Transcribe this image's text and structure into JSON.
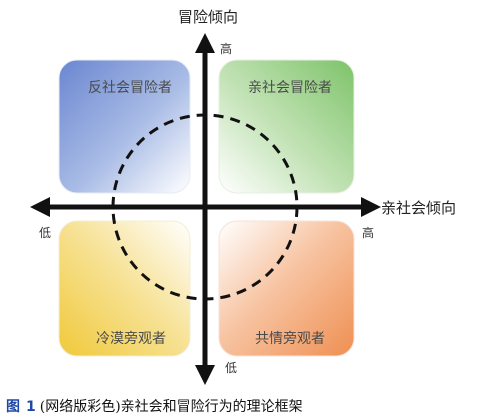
{
  "axes": {
    "vertical_title": "冒险倾向",
    "horizontal_title": "亲社会倾向",
    "vertical_high": "高",
    "vertical_low": "低",
    "horizontal_low": "低",
    "horizontal_high": "高"
  },
  "quadrants": {
    "top_left": {
      "label": "反社会冒险者",
      "color": "#6a86d0"
    },
    "top_right": {
      "label": "亲社会冒险者",
      "color": "#7ec36a"
    },
    "bottom_left": {
      "label": "冷漠旁观者",
      "color": "#f0c93a"
    },
    "bottom_right": {
      "label": "共情旁观者",
      "color": "#ef8f52"
    }
  },
  "caption": {
    "figure_label": "图",
    "figure_number": "1",
    "text": "(网络版彩色)亲社会和冒险行为的理论框架"
  }
}
